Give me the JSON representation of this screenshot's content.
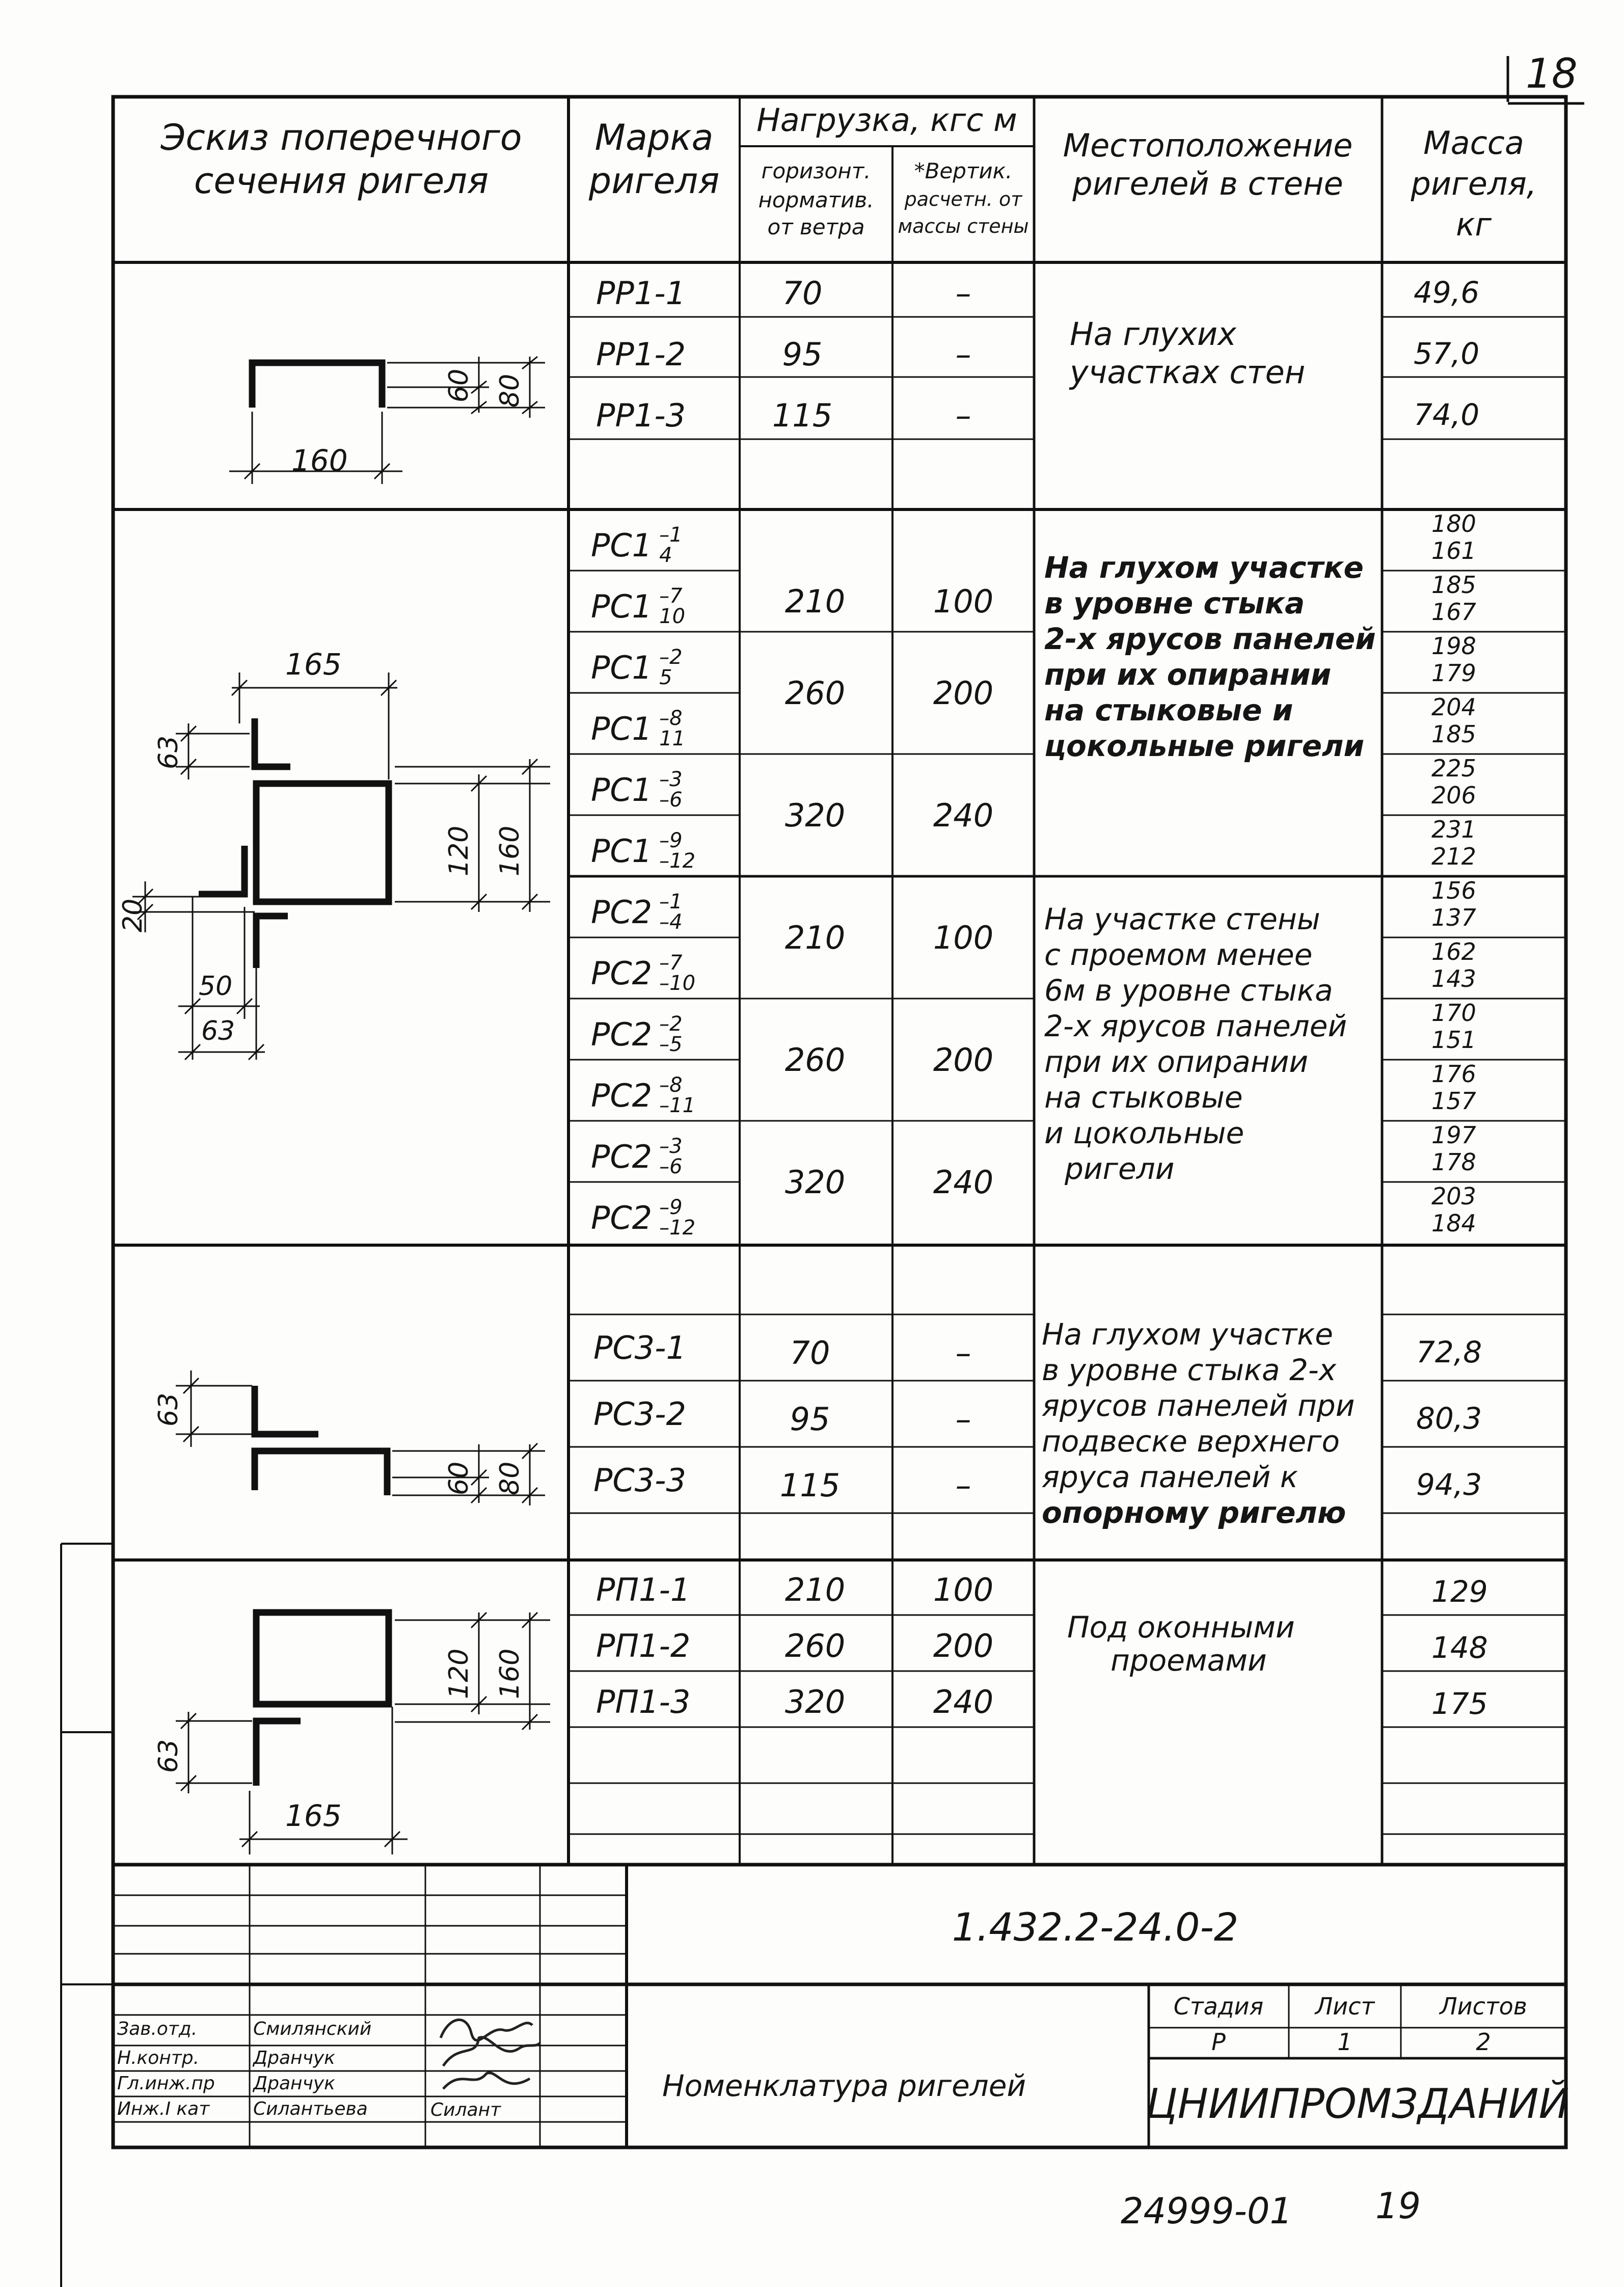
{
  "page_number": "18",
  "header": {
    "sketch": [
      "Эскиз поперечного",
      "сечения ригеля"
    ],
    "mark": [
      "Марка",
      "ригеля"
    ],
    "load": "Нагрузка, кгс м",
    "horizontal": [
      "горизонт.",
      "норматив.",
      "от ветра"
    ],
    "vertical": [
      "*Вертик.",
      "расчетн. от",
      "массы стены"
    ],
    "location": [
      "Местоположение",
      "ригелей в стене"
    ],
    "mass": [
      "Масса",
      "ригеля,",
      "кг"
    ]
  },
  "groups": {
    "g1": {
      "dims": {
        "w": "160",
        "h1": "60",
        "h2": "80"
      },
      "rows": [
        {
          "mark": "РР1-1",
          "h": "70",
          "v": "–",
          "m": "49,6"
        },
        {
          "mark": "РР1-2",
          "h": "95",
          "v": "–",
          "m": "57,0"
        },
        {
          "mark": "РР1-3",
          "h": "115",
          "v": "–",
          "m": "74,0"
        }
      ],
      "location": [
        "На глухих",
        "участках стен"
      ]
    },
    "g2": {
      "dims": {
        "w": "165",
        "a": "63",
        "b": "120",
        "c": "160",
        "d": "20",
        "e": "50",
        "f": "63"
      },
      "rows": [
        {
          "base": "РС1",
          "top": "–1",
          "bot": "4",
          "m": [
            "180",
            "161"
          ]
        },
        {
          "base": "РС1",
          "top": "–7",
          "bot": "10",
          "m": [
            "185",
            "167"
          ]
        },
        {
          "base": "РС1",
          "top": "–2",
          "bot": "5",
          "m": [
            "198",
            "179"
          ]
        },
        {
          "base": "РС1",
          "top": "–8",
          "bot": "11",
          "m": [
            "204",
            "185"
          ]
        },
        {
          "base": "РС1",
          "top": "–3",
          "bot": "–6",
          "m": [
            "225",
            "206"
          ]
        },
        {
          "base": "РС1",
          "top": "–9",
          "bot": "–12",
          "m": [
            "231",
            "212"
          ]
        },
        {
          "base": "РС2",
          "top": "–1",
          "bot": "–4",
          "m": [
            "156",
            "137"
          ]
        },
        {
          "base": "РС2",
          "top": "–7",
          "bot": "–10",
          "m": [
            "162",
            "143"
          ]
        },
        {
          "base": "РС2",
          "top": "–2",
          "bot": "–5",
          "m": [
            "170",
            "151"
          ]
        },
        {
          "base": "РС2",
          "top": "–8",
          "bot": "–11",
          "m": [
            "176",
            "157"
          ]
        },
        {
          "base": "РС2",
          "top": "–3",
          "bot": "–6",
          "m": [
            "197",
            "178"
          ]
        },
        {
          "base": "РС2",
          "top": "–9",
          "bot": "–12",
          "m": [
            "203",
            "184"
          ]
        }
      ],
      "loads": [
        {
          "h": "210",
          "v": "100"
        },
        {
          "h": "260",
          "v": "200"
        },
        {
          "h": "320",
          "v": "240"
        },
        {
          "h": "210",
          "v": "100"
        },
        {
          "h": "260",
          "v": "200"
        },
        {
          "h": "320",
          "v": "240"
        }
      ],
      "location1": [
        "На глухом участке",
        "в уровне стыка",
        "2-х ярусов панелей",
        "при их опирании",
        "на стыковые и",
        "цокольные ригели"
      ],
      "location2": [
        "На участке стены",
        "с проемом менее",
        "6м в уровне стыка",
        "2-х ярусов панелей",
        "при их опирании",
        "на стыковые",
        "и цокольные",
        "ригели"
      ]
    },
    "g3": {
      "dims": {
        "a": "63",
        "h1": "60",
        "h2": "80"
      },
      "rows": [
        {
          "mark": "РС3-1",
          "h": "70",
          "v": "–",
          "m": "72,8"
        },
        {
          "mark": "РС3-2",
          "h": "95",
          "v": "–",
          "m": "80,3"
        },
        {
          "mark": "РС3-3",
          "h": "115",
          "v": "–",
          "m": "94,3"
        }
      ],
      "location": [
        "На глухом участке",
        "в уровне стыка 2-х",
        "ярусов панелей при",
        "подвеске верхнего",
        "яруса панелей к",
        "опорному ригелю"
      ]
    },
    "g4": {
      "dims": {
        "a": "63",
        "b": "120",
        "c": "160",
        "w": "165"
      },
      "rows": [
        {
          "mark": "РП1-1",
          "h": "210",
          "v": "100",
          "m": "129"
        },
        {
          "mark": "РП1-2",
          "h": "260",
          "v": "200",
          "m": "148"
        },
        {
          "mark": "РП1-3",
          "h": "320",
          "v": "240",
          "m": "175"
        }
      ],
      "location": [
        "Под оконными",
        "проемами"
      ]
    }
  },
  "title_block": {
    "doc_code": "1.432.2-24.0-2",
    "title": "Номенклатура ригелей",
    "stage_label": "Стадия",
    "sheet_label": "Лист",
    "sheets_label": "Листов",
    "stage": "Р",
    "sheet": "1",
    "sheets": "2",
    "org": "ЦНИИПРОМЗДАНИЙ",
    "people": [
      {
        "role": "Зав.отд.",
        "name": "Смилянский"
      },
      {
        "role": "Н.контр.",
        "name": "Дранчук"
      },
      {
        "role": "Гл.инж.пр",
        "name": "Дранчук"
      },
      {
        "role": "Инж.I кат",
        "name": "Силантьева"
      }
    ],
    "signature_text": "Силант"
  },
  "footer": {
    "code": "24999-01",
    "page": "19"
  }
}
